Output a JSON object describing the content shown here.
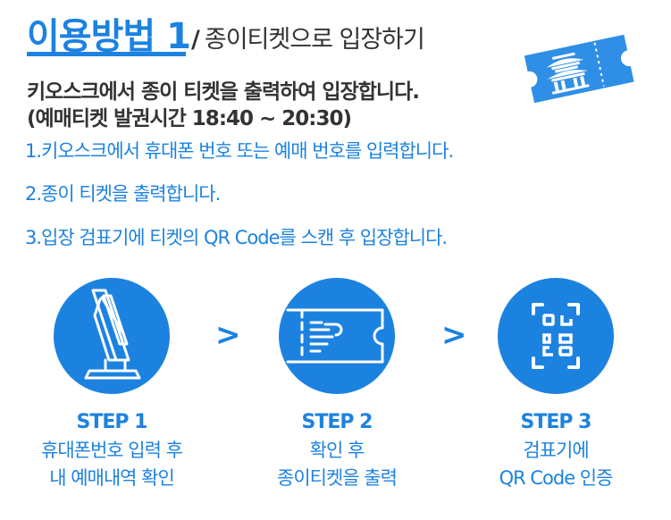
{
  "header": {
    "title": "이용방법 1",
    "separator": "/",
    "subtitle": "종이티켓으로 입장하기"
  },
  "description": {
    "line1": "키오스크에서 종이 티켓을 출력하여 입장합니다.",
    "line2": "(예매티켓 발권시간 18:40 ~ 20:30)"
  },
  "instructions": [
    "1.키오스크에서 휴대폰 번호 또는 예매 번호를 입력합니다.",
    "2.종이 티켓을 출력합니다.",
    "3.입장 검표기에 티켓의 QR Code를 스캔 후 입장합니다."
  ],
  "steps": [
    {
      "label": "STEP 1",
      "line1": "휴대폰번호 입력 후",
      "line2": "내 예매내역 확인",
      "icon": "kiosk-icon"
    },
    {
      "label": "STEP 2",
      "line1": "확인 후",
      "line2": "종이티켓을 출력",
      "icon": "printed-ticket-icon"
    },
    {
      "label": "STEP 3",
      "line1": "검표기에",
      "line2": "QR Code 인증",
      "icon": "qr-scan-icon"
    }
  ],
  "arrows": [
    ">",
    ">"
  ],
  "colors": {
    "accent": "#1c82e0",
    "text": "#333333",
    "badge": "#2f8fe6"
  }
}
